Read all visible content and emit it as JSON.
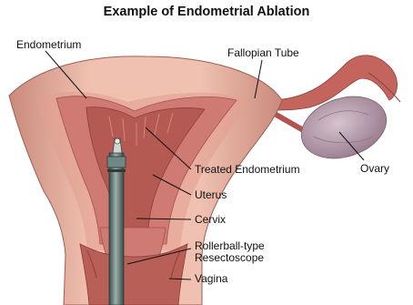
{
  "title": "Example of Endometrial Ablation",
  "labels": {
    "endometrium": "Endometrium",
    "fallopian_tube": "Fallopian Tube",
    "treated_endometrium": "Treated Endometrium",
    "ovary": "Ovary",
    "uterus": "Uterus",
    "cervix": "Cervix",
    "resectoscope_line1": "Rollerball-type",
    "resectoscope_line2": "Resectoscope",
    "vagina": "Vagina"
  },
  "colors": {
    "uterus_wall": "#e9b3a2",
    "uterus_shade": "#c98a7b",
    "endometrium": "#c76b68",
    "treated": "#a85048",
    "tube": "#b5514e",
    "ovary": "#b49aa9",
    "scope": "#5d7470"
  }
}
